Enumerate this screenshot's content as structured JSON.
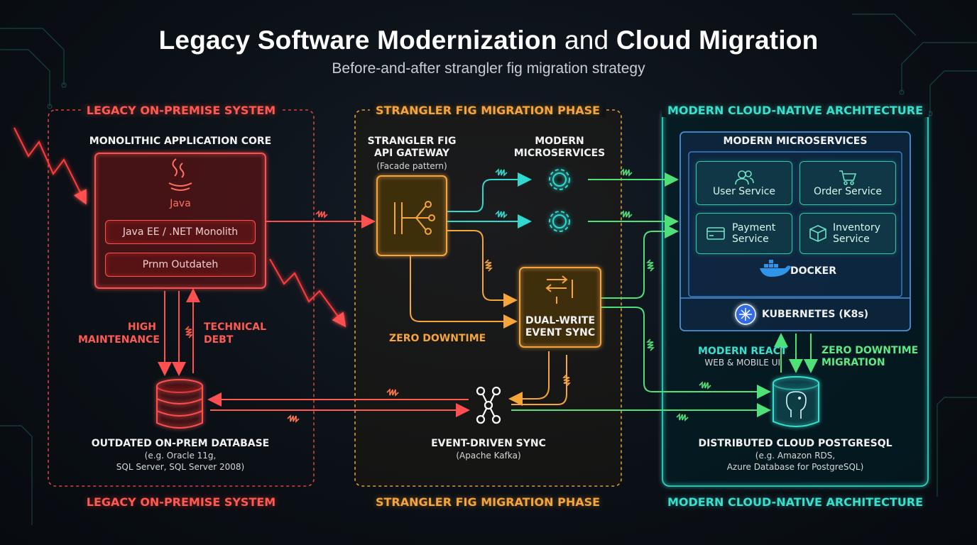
{
  "header": {
    "title_bold_1": "Legacy Software Modernization",
    "title_light": "and",
    "title_bold_2": "Cloud Migration",
    "subtitle": "Before-and-after strangler fig migration strategy"
  },
  "legacy": {
    "label_top": "LEGACY ON-PREMISE SYSTEM",
    "label_bottom": "LEGACY ON-PREMISE SYSTEM",
    "core_title": "MONOLITHIC APPLICATION CORE",
    "java_label": "Java",
    "monolith_pill": "Java EE / .NET Monolith",
    "outdated_pill": "Prnm Outdateh",
    "high_maintenance": [
      "HIGH",
      "MAINTENANCE"
    ],
    "technical_debt": [
      "TECHNICAL",
      "DEBT"
    ],
    "db_title": "OUTDATED ON-PREM DATABASE",
    "db_sub": [
      "(e.g. Oracle 11g,",
      "SQL Server, SQL Server 2008)"
    ]
  },
  "strangler": {
    "label_top": "STRANGLER FIG MIGRATION PHASE",
    "label_bottom": "STRANGLER FIG MIGRATION PHASE",
    "gateway_title": [
      "STRANGLER FIG",
      "API GATEWAY"
    ],
    "gateway_sub": "(Facade pattern)",
    "micro_title": [
      "MODERN",
      "MICROSERVICES"
    ],
    "zero_downtime": "ZERO DOWNTIME",
    "dual_write": [
      "DUAL-WRITE",
      "EVENT SYNC"
    ],
    "event_sync_title": "EVENT-DRIVEN SYNC",
    "event_sync_sub": "(Apache Kafka)"
  },
  "modern": {
    "label_top": "MODERN CLOUD-NATIVE ARCHITECTURE",
    "label_bottom": "MODERN CLOUD-NATIVE ARCHITECTURE",
    "micro_title": "MODERN MICROSERVICES",
    "services": [
      {
        "name": [
          "User Service"
        ],
        "icon": "users-icon"
      },
      {
        "name": [
          "Order Service"
        ],
        "icon": "cart-icon"
      },
      {
        "name": [
          "Payment",
          "Service"
        ],
        "icon": "card-icon"
      },
      {
        "name": [
          "Inventory",
          "Service"
        ],
        "icon": "box-icon"
      }
    ],
    "docker": "DOCKER",
    "kubernetes": "KUBERNETES (K8s)",
    "react_title": "MODERN REACT",
    "react_sub": "WEB & MOBILE UI",
    "zero_migration": [
      "ZERO DOWNTIME",
      "MIGRATION"
    ],
    "db_title": "DISTRIBUTED CLOUD POSTGRESQL",
    "db_sub": [
      "(e.g. Amazon RDS,",
      "Azure Database for PostgreSQL)"
    ]
  },
  "colors": {
    "red": "#ff4f4f",
    "orange": "#f5a53a",
    "teal": "#36e0cf",
    "green": "#4fe07a",
    "cyan_arrow": "#2fd9d0"
  }
}
